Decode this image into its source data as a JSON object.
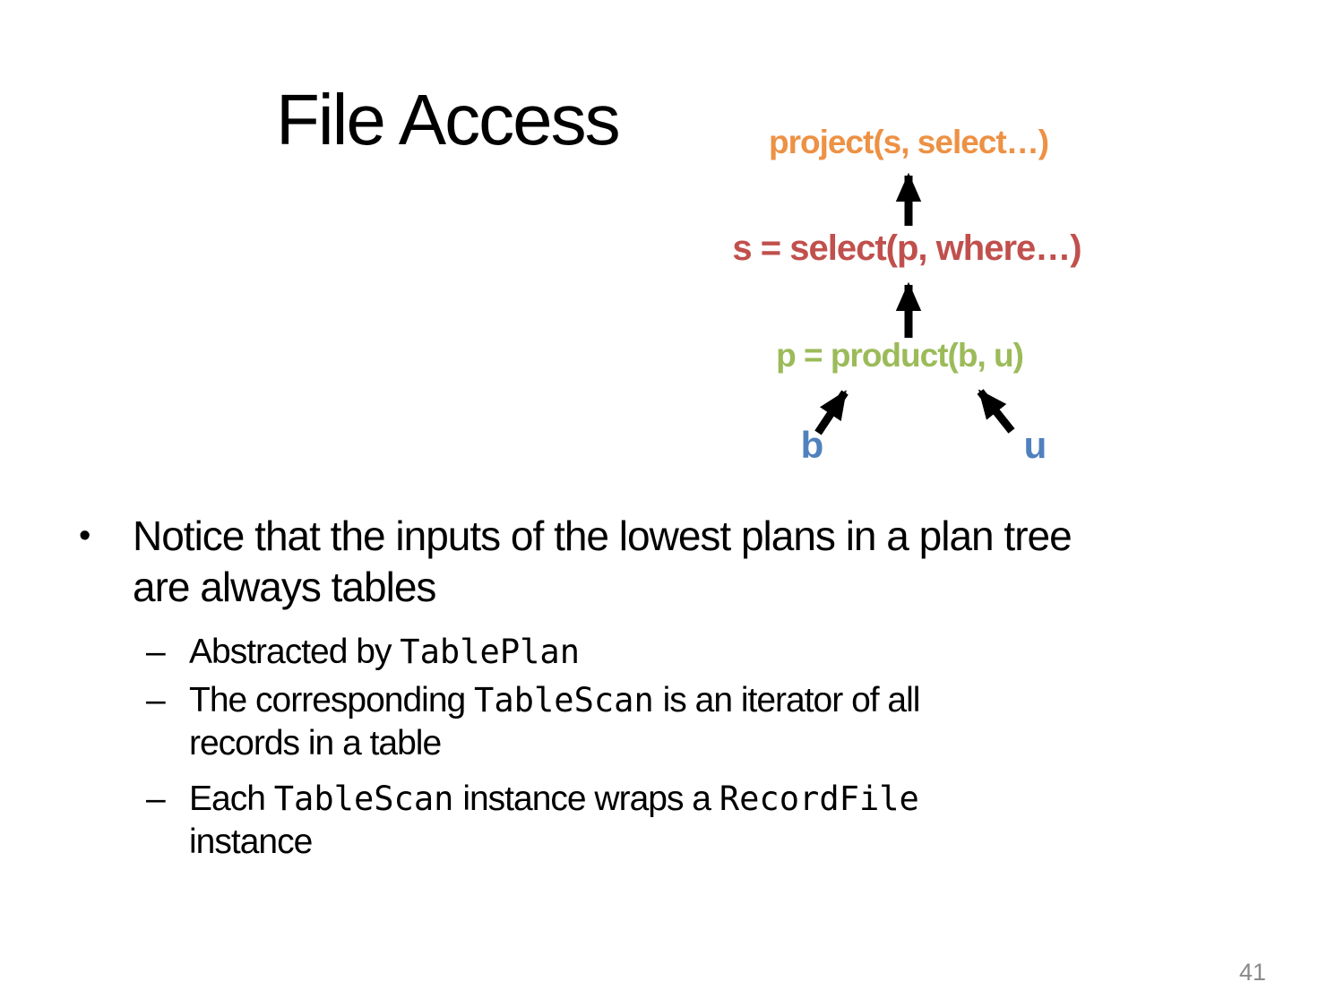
{
  "slide": {
    "title": "File Access",
    "page_number": "41"
  },
  "diagram": {
    "arrow_color": "#000000",
    "nodes": [
      {
        "id": "project",
        "label": "project(s, select…)",
        "color": "#ED9144"
      },
      {
        "id": "select",
        "label": "s = select(p, where…)",
        "color": "#C0504D"
      },
      {
        "id": "product",
        "label": "p = product(b, u)",
        "color": "#9BBB59"
      },
      {
        "id": "input-b",
        "label": "b",
        "color": "#4F81BD"
      },
      {
        "id": "input-u",
        "label": "u",
        "color": "#4F81BD"
      }
    ]
  },
  "bullets": {
    "marker": "•",
    "sub_marker": "–",
    "item1": {
      "segments": [
        {
          "text": "Notice that the inputs of the lowest plans in a plan tree"
        },
        {
          "br": true
        },
        {
          "text": "are always tables"
        }
      ]
    },
    "sub_items": [
      {
        "segments": [
          {
            "text": "Abstracted by "
          },
          {
            "text": "TablePlan",
            "mono": true
          }
        ]
      },
      {
        "segments": [
          {
            "text": "The corresponding "
          },
          {
            "text": "TableScan",
            "mono": true
          },
          {
            "text": " is an iterator of all"
          },
          {
            "br": true
          },
          {
            "text": "records in a table"
          }
        ]
      },
      {
        "segments": [
          {
            "text": "Each "
          },
          {
            "text": "TableScan",
            "mono": true
          },
          {
            "text": " instance wraps a "
          },
          {
            "text": "RecordFile",
            "mono": true
          },
          {
            "br": true
          },
          {
            "text": "instance"
          }
        ]
      }
    ]
  }
}
